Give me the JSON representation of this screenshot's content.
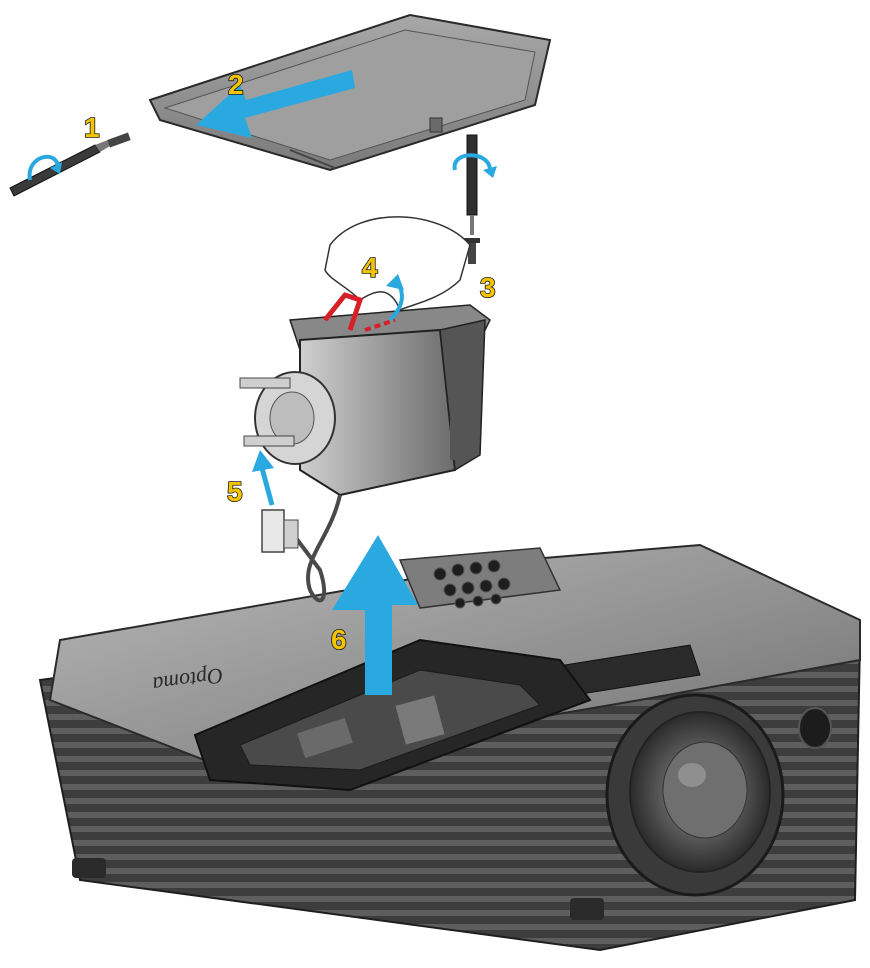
{
  "steps": [
    {
      "number": "1"
    },
    {
      "number": "2"
    },
    {
      "number": "3"
    },
    {
      "number": "4"
    },
    {
      "number": "5"
    },
    {
      "number": "6"
    }
  ],
  "brand": {
    "logo_text": "Optoma"
  },
  "colors": {
    "step_fill": "#f5c400",
    "arrow": "#29a9e0",
    "housing_top": "#8c8c8c",
    "housing_dark": "#3a3a3a",
    "latch_red": "#d61f26"
  },
  "icons": [
    "screwdriver-icon",
    "screw-icon",
    "rotate-arrow-icon",
    "hand-icon",
    "connector-icon",
    "lamp-module-icon",
    "lens-icon"
  ]
}
